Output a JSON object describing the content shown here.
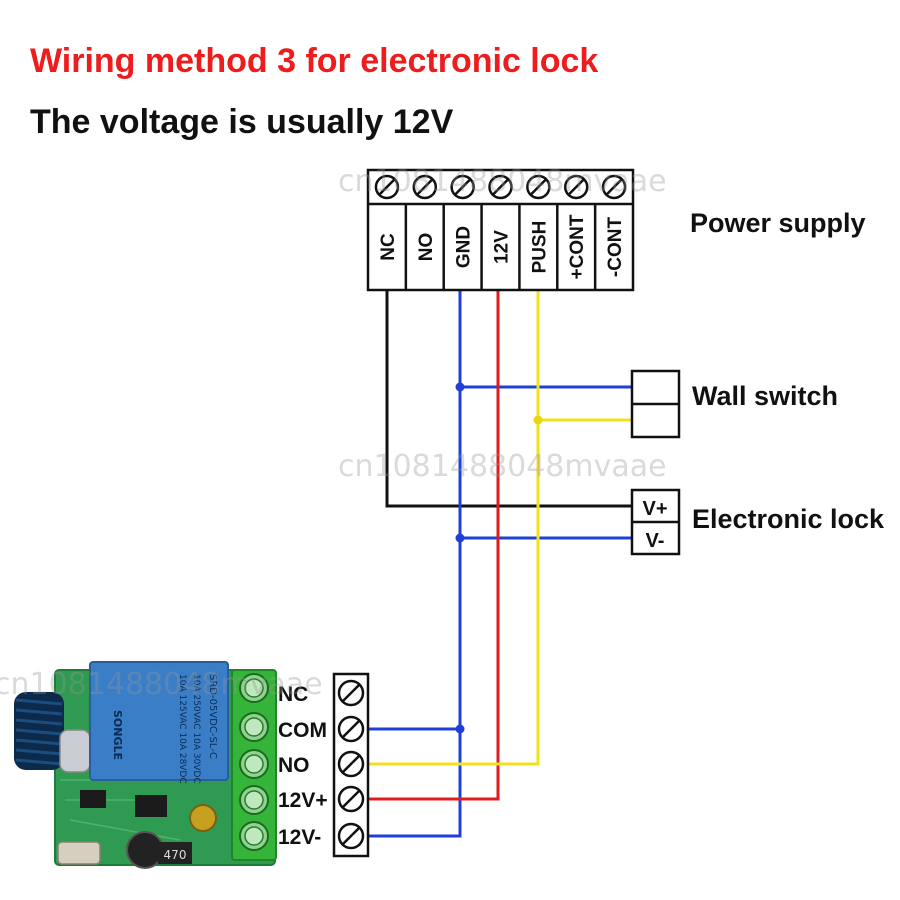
{
  "title": "Wiring method 3 for electronic lock",
  "subtitle": "The voltage is usually 12V",
  "power_supply": {
    "label": "Power supply",
    "terminals": [
      "NC",
      "NO",
      "GND",
      "12V",
      "PUSH",
      "+CONT",
      "-CONT"
    ]
  },
  "wall_switch": {
    "label": "Wall switch"
  },
  "electronic_lock": {
    "label": "Electronic lock",
    "terminals": [
      "V+",
      "V-"
    ]
  },
  "relay_module": {
    "terminals": [
      "NC",
      "COM",
      "NO",
      "12V+",
      "12V-"
    ],
    "relay_text": [
      "SRD-05VDC-SL-C",
      "10A 250VAC 10A 30VDC",
      "10A 125VAC 10A 28VDC",
      "SONGLE"
    ],
    "resistor_code": "470"
  },
  "watermark": "cn1081488048mvaae",
  "colors": {
    "title": "#ee1c1c",
    "gnd_wire": "#1f3fd6",
    "v12_wire": "#e01b1b",
    "push_wire": "#f2e21a",
    "nc_wire": "#111111",
    "pcb": "#2f9a52",
    "relay": "#3a7ec8",
    "terminal_block": "#35b43a"
  },
  "icons": [
    "screw-terminal-icon",
    "antenna-coil-icon"
  ]
}
